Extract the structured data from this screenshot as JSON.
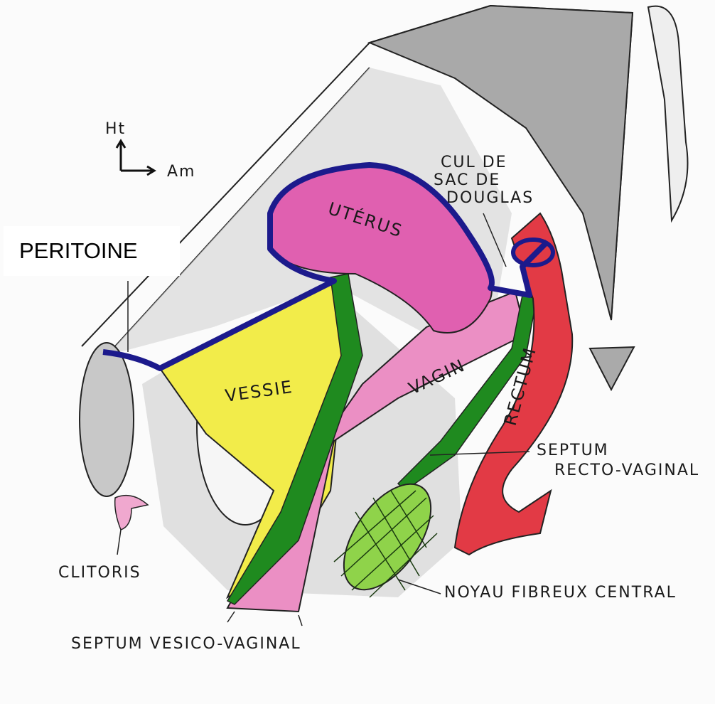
{
  "title_box": "PERITOINE",
  "orientation": {
    "up": "Ht",
    "right": "Am"
  },
  "organs": {
    "uterus": "UTÉRUS",
    "bladder": "VESSIE",
    "vagina": "VAGIN",
    "rectum": "RECTUM"
  },
  "labels": {
    "douglas": [
      "CUL DE",
      "SAC DE",
      "DOUGLAS"
    ],
    "septum_rv": [
      "SEPTUM",
      "RECTO-VAGINAL"
    ],
    "noyau": "NOYAU FIBREUX CENTRAL",
    "clitoris": "CLITORIS",
    "septum_vv": "SEPTUM VESICO-VAGINAL"
  },
  "colors": {
    "peritoneum": "#1c1a8c",
    "uterus": "#e060b0",
    "bladder": "#f2ec4a",
    "vagina": "#eb8fc4",
    "rectum": "#e23a45",
    "septum": "#1f8a1f",
    "bone": "#bdbdbd"
  }
}
